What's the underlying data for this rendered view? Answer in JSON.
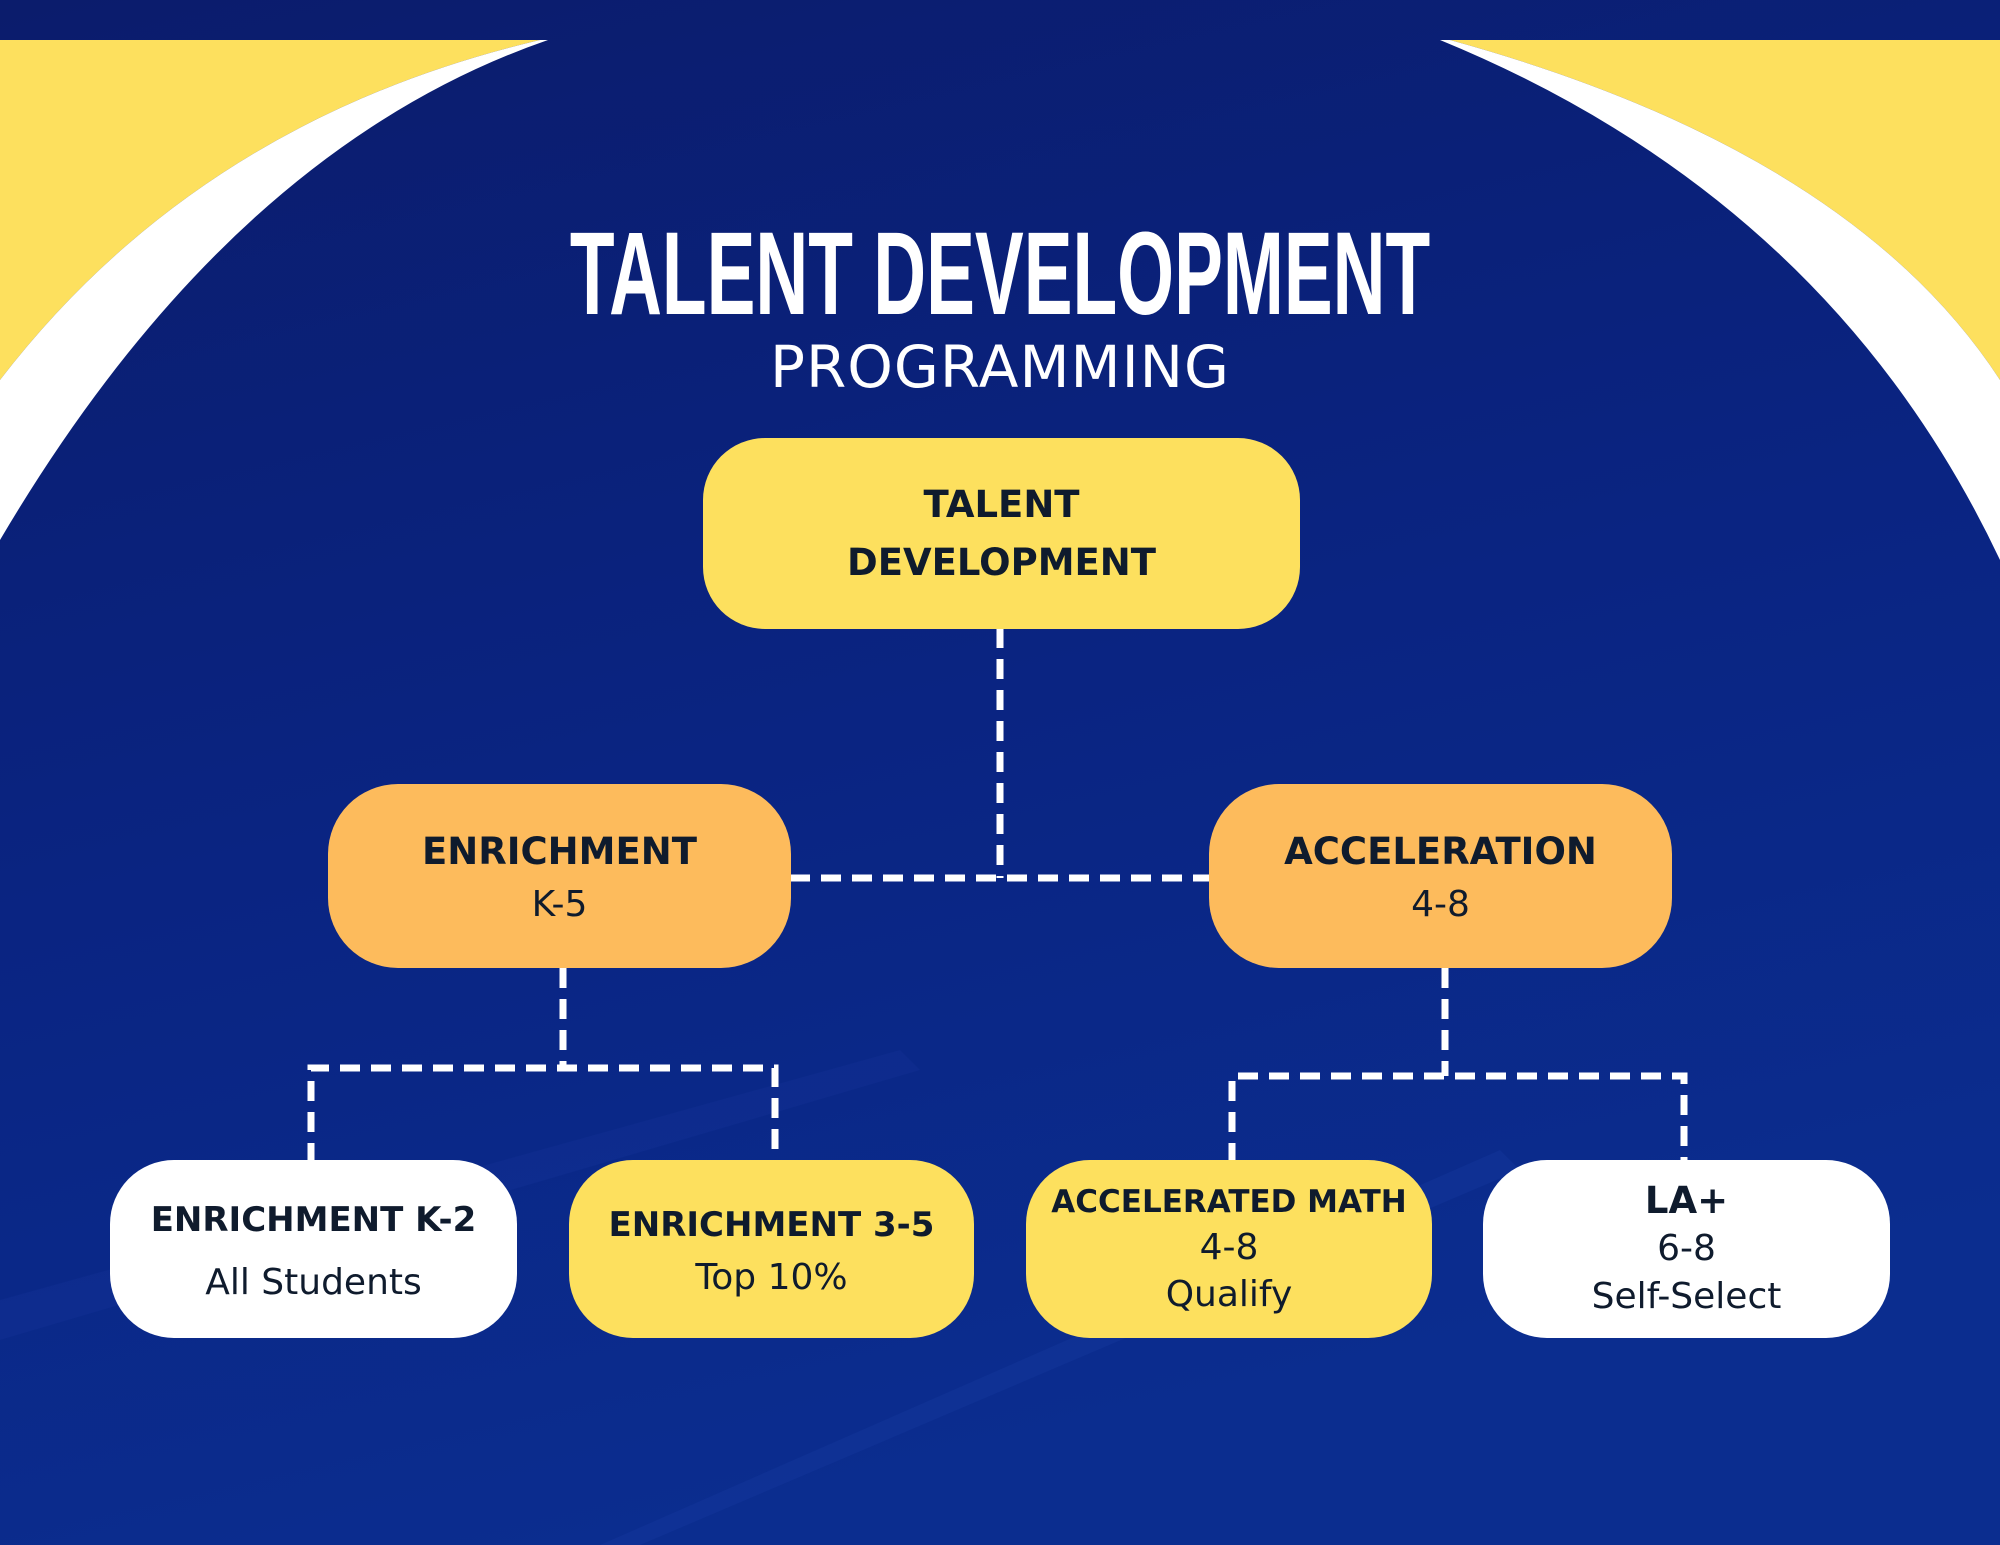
{
  "header": {
    "title": "TALENT DEVELOPMENT",
    "subtitle": "PROGRAMMING"
  },
  "colors": {
    "background": "#0a1f78",
    "accent_yellow": "#fde05e",
    "accent_orange": "#fdbb5c",
    "white": "#ffffff",
    "node_text": "#0f1b2d"
  },
  "diagram": {
    "root": {
      "title_line1": "TALENT",
      "title_line2": "DEVELOPMENT"
    },
    "enrichment": {
      "title": "ENRICHMENT",
      "grades": "K-5"
    },
    "acceleration": {
      "title": "ACCELERATION",
      "grades": "4-8"
    },
    "enrichment_k2": {
      "title": "ENRICHMENT K-2",
      "detail": "All Students"
    },
    "enrichment_35": {
      "title": "ENRICHMENT 3-5",
      "detail": "Top 10%"
    },
    "accelerated_math": {
      "title": "ACCELERATED MATH",
      "grades": "4-8",
      "detail": "Qualify"
    },
    "la_plus": {
      "title": "LA+",
      "grades": "6-8",
      "detail": "Self-Select"
    }
  }
}
